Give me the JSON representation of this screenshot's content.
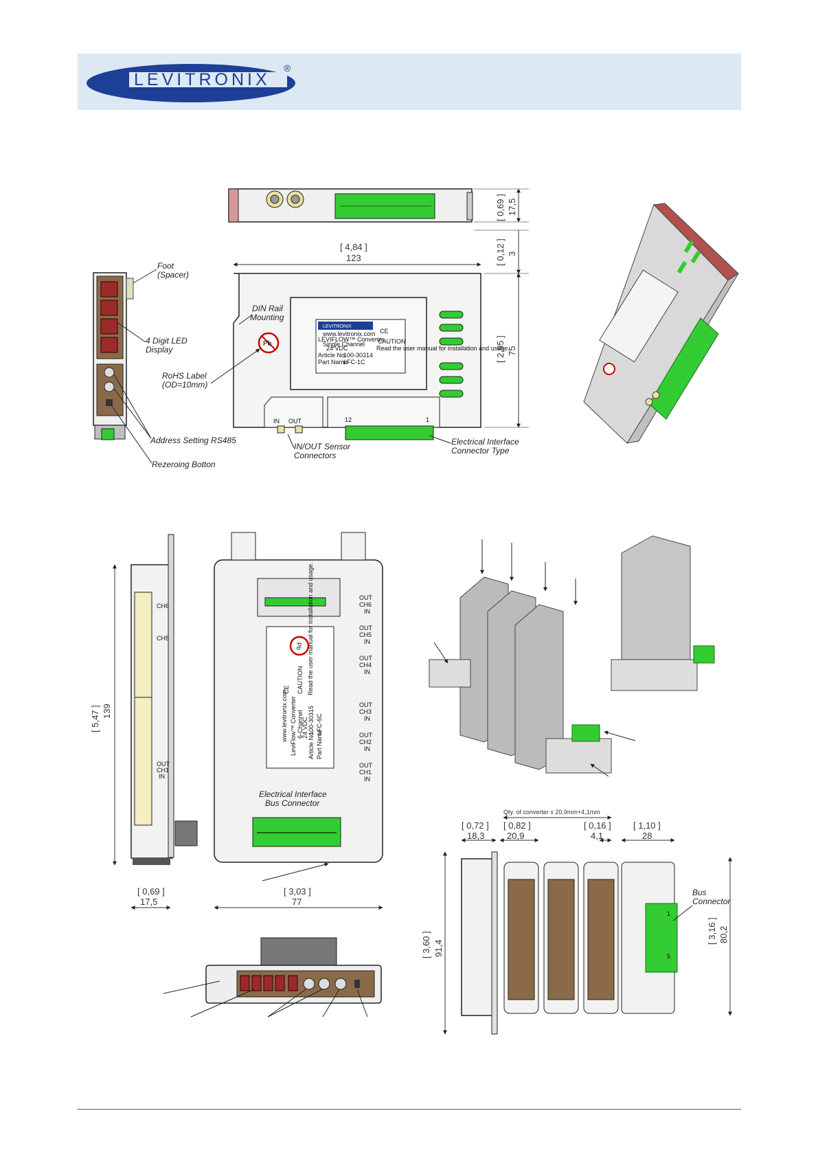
{
  "header": {
    "logo_text": "LEVITRONIX",
    "logo_mark": "®"
  },
  "colors": {
    "header_bg": "#dde8f5",
    "logo_blue": "#1d3f97",
    "led_red": "#c0392b",
    "connector_green": "#33cc33",
    "housing_grey": "#e6e6e6"
  },
  "single": {
    "labels": {
      "foot": "Foot",
      "spacer": "(Spacer)",
      "led1": "4 Digit LED",
      "led2": "Display",
      "din1": "DIN Rail",
      "din2": "Mounting",
      "rohs1": "RoHS Label",
      "rohs2": "(OD=10mm)",
      "address": "Address Setting RS485",
      "rezero": "Rezeroing Botton",
      "inout1": "IN/OUT Sensor",
      "inout2": "Connectors",
      "elec1": "Electrical Interface",
      "elec2": "Connector Type",
      "in": "IN",
      "out": "OUT",
      "pin12": "12",
      "pin1": "1"
    },
    "dims": {
      "width_in": "[ 4,84 ]",
      "width_mm": "123",
      "height_in": "[ 2,95 ]",
      "height_mm": "75",
      "depth_in": "[ 0,69 ]",
      "depth_mm": "17,5",
      "foot_in": "[ 0,12 ]",
      "foot_mm": "3"
    },
    "sticker": {
      "brand": "LEVITRONIX",
      "url": "www.levitronix.com",
      "product": "LEVIFLOW™ Converter",
      "channel": "Single Channel",
      "voltage": "24 VDC",
      "article_label": "Article No.",
      "article_no": "100-30314",
      "part_label": "Part Name",
      "part_name": "LFC-1C",
      "ce": "CE",
      "caution": "CAUTION",
      "caution_text": "Read the user manual for installation and usage.",
      "pb": "Pb"
    }
  },
  "multi": {
    "channels": [
      {
        "out": "OUT",
        "ch": "CH6",
        "in": "IN"
      },
      {
        "out": "OUT",
        "ch": "CH5",
        "in": "IN"
      },
      {
        "out": "OUT",
        "ch": "CH4",
        "in": "IN"
      },
      {
        "out": "OUT",
        "ch": "CH3",
        "in": "IN"
      },
      {
        "out": "OUT",
        "ch": "CH2",
        "in": "IN"
      },
      {
        "out": "OUT",
        "ch": "CH1",
        "in": "IN"
      }
    ],
    "side_labels": {
      "ch6": "CH6",
      "ch5": "CH5",
      "out": "OUT",
      "ch1": "CH1",
      "in": "IN"
    },
    "bus1": "Electrical Interface",
    "bus2": "Bus Connector",
    "dims": {
      "height_in": "[ 5,47 ]",
      "height_mm": "139",
      "depth_in": "[ 0,69 ]",
      "depth_mm": "17,5",
      "width_in": "[ 3,03 ]",
      "width_mm": "77"
    },
    "sticker": {
      "url": "www.levitronix.com",
      "product": "LeviFlow™ Converter",
      "channel": "6-Channel",
      "voltage": "24 VDC",
      "article_label": "Article No.",
      "article_no": "100-30315",
      "part_label": "Part Name",
      "part_name": "LFC-6C",
      "ce": "CE",
      "caution": "CAUTION",
      "caution_text": "Read the user manual for installation and usage.",
      "pb": "Pb"
    }
  },
  "rail": {
    "qty": "Qty. of converter x 20,9mm+4,1mm",
    "d1_in": "[ 0,72 ]",
    "d1_mm": "18,3",
    "d2_in": "[ 0,82 ]",
    "d2_mm": "20,9",
    "d3_in": "[ 0,16 ]",
    "d3_mm": "4,1",
    "d4_in": "[ 1,10 ]",
    "d4_mm": "28",
    "h1_in": "[ 3,60 ]",
    "h1_mm": "91,4",
    "h2_in": "[ 3,16 ]",
    "h2_mm": "80,2",
    "bus1": "Bus",
    "bus2": "Connector",
    "pin1": "1",
    "pin5": "5"
  }
}
